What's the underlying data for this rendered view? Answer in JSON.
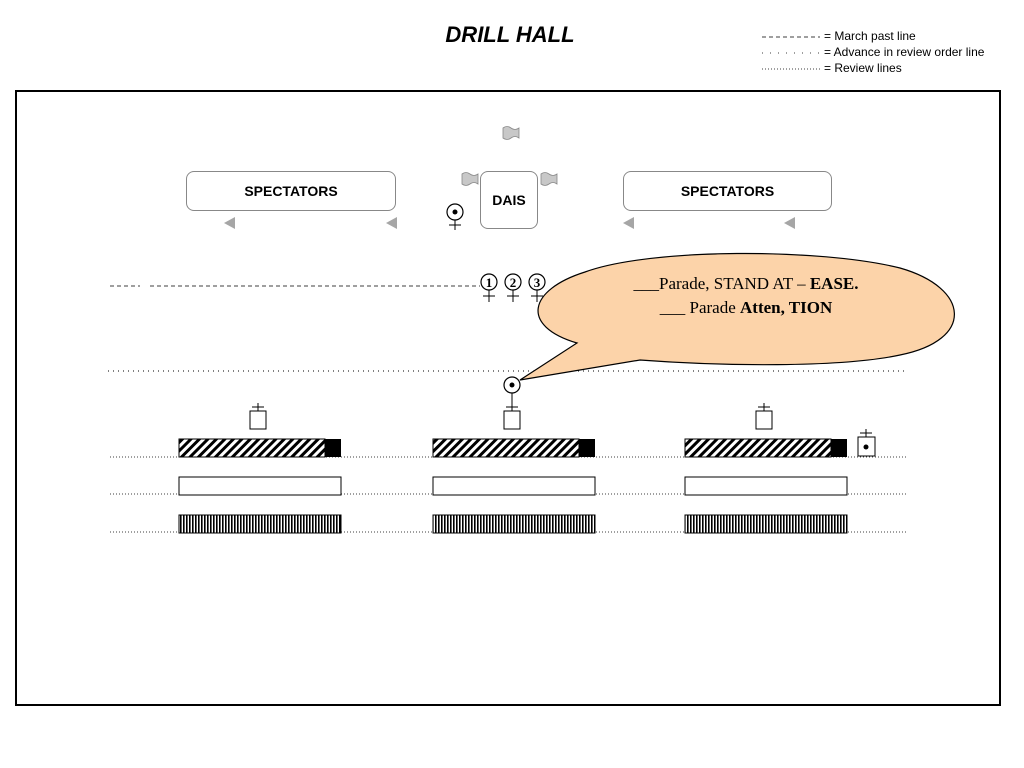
{
  "title": "DRILL HALL",
  "legend": [
    {
      "style": "dashed",
      "label": "= March past line"
    },
    {
      "style": "sparse-dotted",
      "label": "= Advance in review order line"
    },
    {
      "style": "dense-dotted",
      "label": "= Review lines"
    }
  ],
  "spectators_left": "SPECTATORS",
  "spectators_right": "SPECTATORS",
  "dais": "DAIS",
  "markers": [
    "1",
    "2",
    "3"
  ],
  "speech": {
    "line1_blank": "___",
    "line1_text": "Parade, STAND AT – ",
    "line1_bold": "EASE.",
    "line2_blank": "___",
    "line2_text": " Parade ",
    "line2_bold": "Atten, TION"
  },
  "colors": {
    "speech_fill": "#fcd3a9",
    "flag_fill": "#c8c8c8",
    "arrow_fill": "#a6a6a6"
  }
}
